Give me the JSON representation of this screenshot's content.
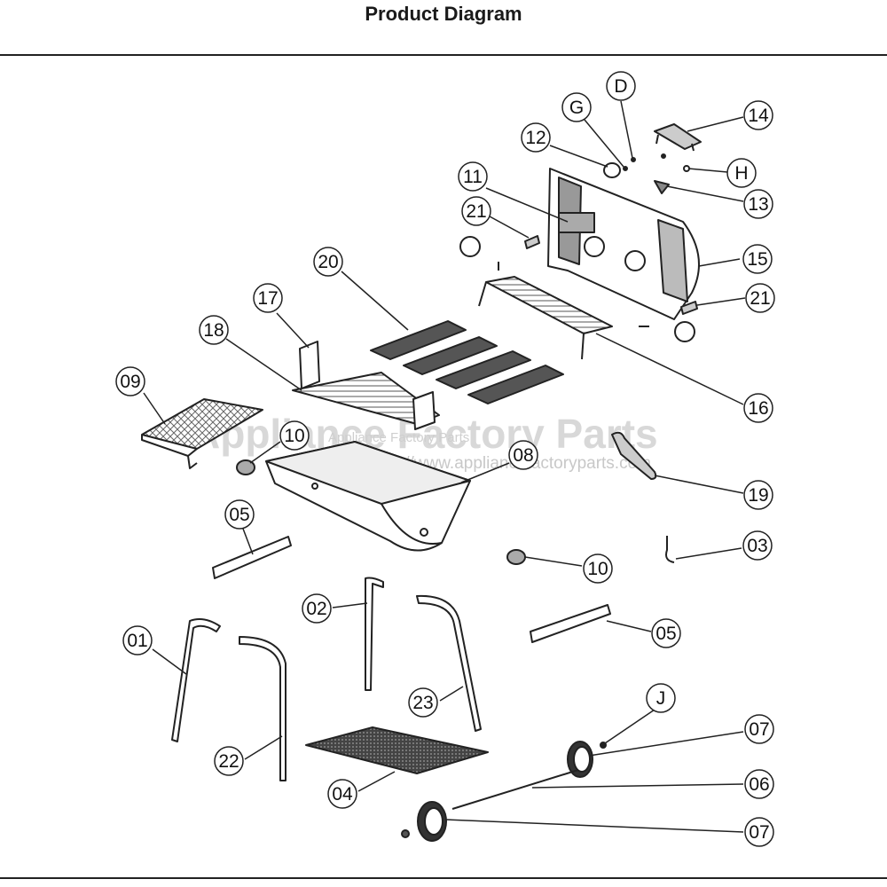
{
  "title": "Product Diagram",
  "watermark": {
    "text": "Appliance Factory Parts",
    "small": "Appliance Factory Parts",
    "url": "© http://www.appliancefactoryparts.com"
  },
  "callouts": [
    "D",
    "G",
    "14",
    "12",
    "H",
    "11",
    "13",
    "21",
    "15",
    "20",
    "21",
    "17",
    "18",
    "16",
    "09",
    "10",
    "08",
    "19",
    "05",
    "03",
    "10",
    "02",
    "05",
    "01",
    "23",
    "J",
    "07",
    "22",
    "06",
    "04",
    "07"
  ]
}
